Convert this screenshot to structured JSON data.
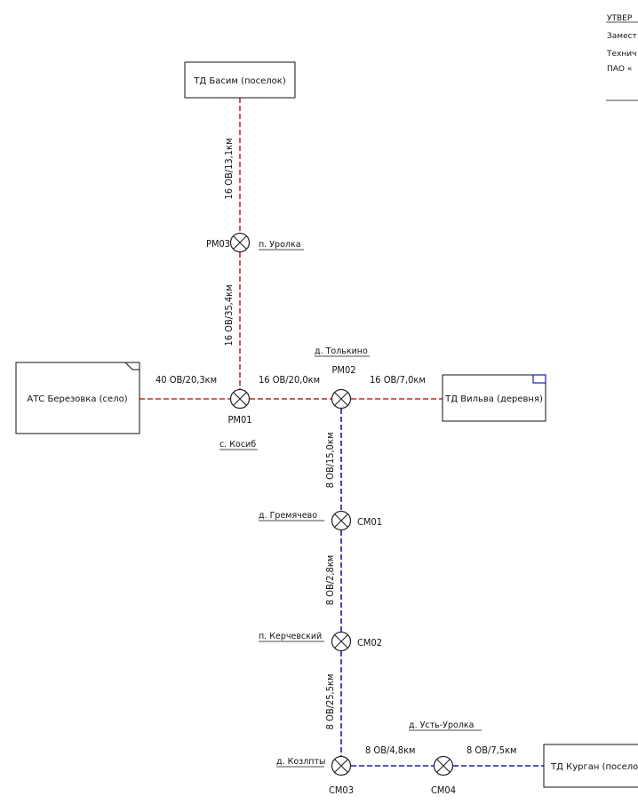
{
  "approval": {
    "line1": "УТВЕР",
    "line2": "Замест",
    "line3": "Технич",
    "line4": "ПАО «"
  },
  "terminals": {
    "basim": "ТД Басим (поселок)",
    "ats": "АТС Березовка (село)",
    "vilva": "ТД Вильва (деревня)",
    "kurgan": "ТД Курган (поселок)"
  },
  "nodes": {
    "rm01": {
      "code": "РМ01",
      "place": "с. Косиб"
    },
    "rm02": {
      "code": "РМ02",
      "place": "д. Толькино"
    },
    "rm03": {
      "code": "РМ03",
      "place": "п. Уролка"
    },
    "sm01": {
      "code": "СМ01",
      "place": "д. Гремячево"
    },
    "sm02": {
      "code": "СМ02",
      "place": "п. Керчевский"
    },
    "sm03": {
      "code": "СМ03",
      "place": "д. Козлпты"
    },
    "sm04": {
      "code": "СМ04",
      "place": "д. Усть-Уролка"
    }
  },
  "links": {
    "basim_rm03": "16 ОВ/13,1км",
    "rm03_rm01": "16 ОВ/35,4км",
    "ats_rm01": "40 ОВ/20,3км",
    "rm01_rm02": "16 ОВ/20,0км",
    "rm02_vilva": "16 ОВ/7,0км",
    "rm02_sm01": "8 ОВ/15,0км",
    "sm01_sm02": "8 ОВ/2,8км",
    "sm02_sm03": "8 ОВ/25,5км",
    "sm03_sm04": "8 ОВ/4,8км",
    "sm04_kurgan": "8 ОВ/7,5км"
  },
  "colors": {
    "backbone": "#c62828",
    "branch": "#1a1aa6",
    "node": "#222222",
    "background": "#ffffff"
  }
}
